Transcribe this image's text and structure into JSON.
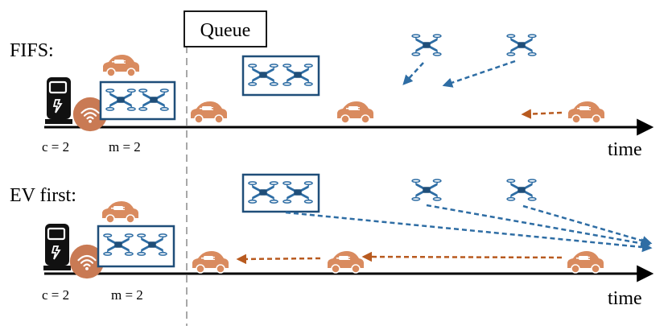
{
  "queue_label": "Queue",
  "rows": [
    {
      "id": "fifs",
      "title": "FIFS:",
      "c_text": "c = 2",
      "m_text": "m = 2",
      "axis_label": "time"
    },
    {
      "id": "ev-first",
      "title": "EV first:",
      "c_text": "c = 2",
      "m_text": "m = 2",
      "axis_label": "time"
    }
  ],
  "colors": {
    "ev": "#d98b5f",
    "ev_arrow": "#b85a1f",
    "drone": "#2e6da4",
    "drone_box": "#1f4e79",
    "charger_body": "#111111",
    "wireless_pad": "#c97a54",
    "divider": "#a8a8a8",
    "axis": "#000000"
  },
  "icons": {
    "ev": "ev-car-icon",
    "drone": "quadcopter-drone-icon",
    "charger": "charging-station-icon",
    "wireless": "wireless-charging-icon"
  }
}
